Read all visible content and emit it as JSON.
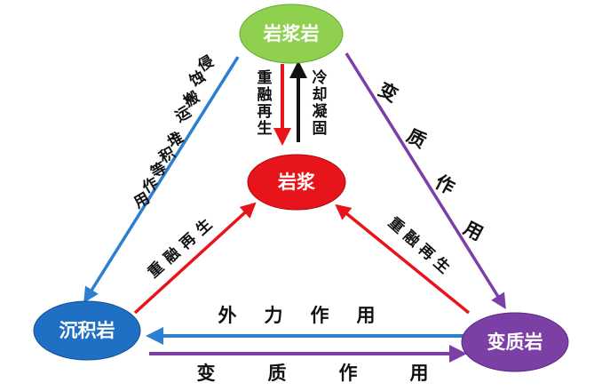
{
  "nodes": {
    "igneous": {
      "label": "岩浆岩",
      "color": "#8fd14f"
    },
    "magma": {
      "label": "岩浆",
      "color": "#e8141b"
    },
    "sedimentary": {
      "label": "沉积岩",
      "color": "#1f6fc4"
    },
    "metamorphic": {
      "label": "变质岩",
      "color": "#7b3fa5"
    }
  },
  "edges": {
    "remelt_down": {
      "label": "重融再生",
      "color": "#e8141b"
    },
    "cool_up": {
      "label": "冷却凝固",
      "color": "#111111"
    },
    "erode": {
      "label": "侵蚀、搬运、堆积等作用",
      "color": "#2a7fd0"
    },
    "meta_right": {
      "label": "变质作用",
      "color": "#7b3fa5"
    },
    "remelt_left": {
      "label": "重融再生",
      "color": "#e8141b"
    },
    "remelt_right": {
      "label": "重融再生",
      "color": "#e8141b"
    },
    "external": {
      "label": "外力作用",
      "color": "#2a7fd0"
    },
    "meta_bottom": {
      "label": "变质作用",
      "color": "#7b3fa5"
    }
  }
}
